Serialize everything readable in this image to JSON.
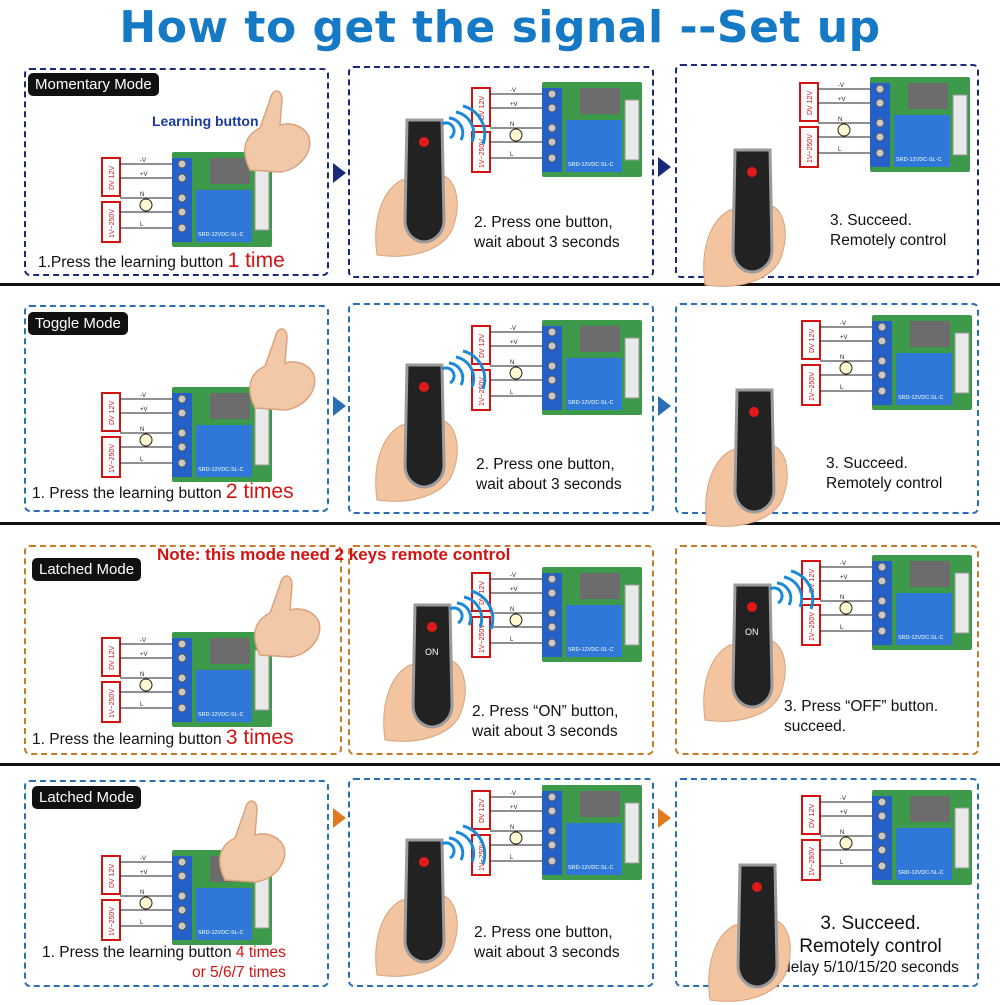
{
  "title": "How to get the signal --Set up",
  "rows": [
    {
      "mode": "Momentary Mode",
      "note": "",
      "step1_text": "1.Press the learning button",
      "step1_count": "1 time",
      "step1_count2": "",
      "learning_label": "Learning button",
      "step2_line1": "2. Press one button,",
      "step2_line2": "wait about 3 seconds",
      "step3_line1": "3.  Succeed.",
      "step3_line2": "Remotely control",
      "step3_line3": ""
    },
    {
      "mode": "Toggle Mode",
      "note": "",
      "step1_text": "1. Press the learning button",
      "step1_count": "2 times",
      "step1_count2": "",
      "step2_line1": "2. Press one button,",
      "step2_line2": "wait about 3 seconds",
      "step3_line1": "3.  Succeed.",
      "step3_line2": "Remotely control",
      "step3_line3": ""
    },
    {
      "mode": "Latched Mode",
      "note": "Note: this mode need 2 keys remote control",
      "step1_text": "1. Press the learning button",
      "step1_count": "3 times",
      "step1_count2": "",
      "step2_line1": "2. Press  “ON”  button,",
      "step2_line2": "wait about 3 seconds",
      "step3_line1": "3.  Press  “OFF”  button.",
      "step3_line2": "succeed.",
      "step3_line3": ""
    },
    {
      "mode": "Latched Mode",
      "note": "",
      "step1_text": "1. Press the learning button",
      "step1_count": "4 times",
      "step1_count2": "or 5/6/7 times",
      "step2_line1": "2. Press one button,",
      "step2_line2": "wait about 3 seconds",
      "step3_line1": "3.  Succeed.",
      "step3_line2": "Remotely control",
      "step3_line3": "delay 5/10/15/20 seconds"
    }
  ],
  "board": {
    "dc_label": "DV 12V",
    "ac_label": "1V~250V",
    "minus": "-V",
    "plus": "+V",
    "n": "N",
    "l": "L",
    "relay_text": "SRD-12VDC-SL-C",
    "on_key": "ON"
  },
  "colors": {
    "title": "#1579c5",
    "row1_border": "#1a2a7a",
    "row2_border": "#2a6fb5",
    "row3_border": "#c87a2a",
    "row4_border": "#2a6fb5",
    "red": "#d31212"
  }
}
